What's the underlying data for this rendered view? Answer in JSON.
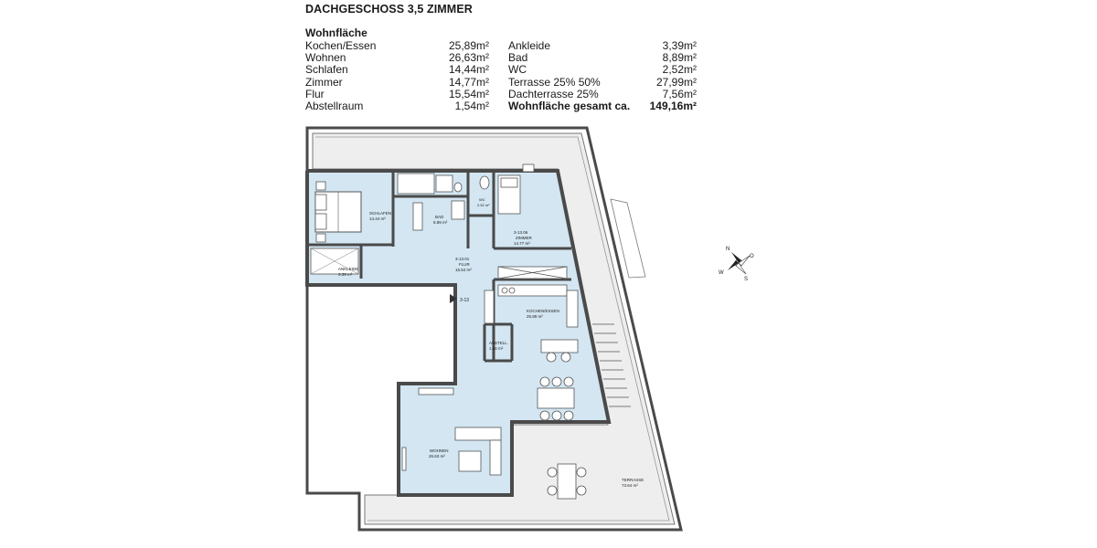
{
  "title": "DACHGESCHOSS 3,5 ZIMMER",
  "area_table": {
    "heading": "Wohnfläche",
    "left": [
      {
        "label": "Kochen/Essen",
        "value": "25,89m²"
      },
      {
        "label": "Wohnen",
        "value": "26,63m²"
      },
      {
        "label": "Schlafen",
        "value": "14,44m²"
      },
      {
        "label": "Zimmer",
        "value": "14,77m²"
      },
      {
        "label": "Flur",
        "value": "15,54m²"
      },
      {
        "label": "Abstellraum",
        "value": "1,54m²"
      }
    ],
    "right": [
      {
        "label": "Ankleide",
        "value": "3,39m²"
      },
      {
        "label": "Bad",
        "value": "8,89m²"
      },
      {
        "label": "WC",
        "value": "2,52m²"
      },
      {
        "label": "Terrasse 25% 50%",
        "value": "27,99m²"
      },
      {
        "label": "Dachterrasse 25%",
        "value": "7,56m²"
      }
    ],
    "total": {
      "label": "Wohnfläche gesamt ca.",
      "value": "149,16m²"
    }
  },
  "rooms": {
    "schlafen": {
      "name": "SCHLAFEN",
      "area": "14.44 m²"
    },
    "bad": {
      "name": "BAD",
      "area": "8.89 m²"
    },
    "wc": {
      "name": "WC",
      "area": "2.52 m²"
    },
    "zimmer": {
      "code": "3-13.06",
      "name": "ZIMMER",
      "area": "14.77 m²"
    },
    "flur": {
      "code": "3-13.01",
      "name": "FLUR",
      "area": "15.54 m²"
    },
    "ankleide": {
      "name": "ANKLEIDE",
      "area": "3.39 m²"
    },
    "kochen": {
      "name": "KOCHEN/ESSEN",
      "area": "25.89 m²"
    },
    "abstell": {
      "name": "ABSTELL.",
      "area": "1.54 m²"
    },
    "wohnen": {
      "name": "WOHNEN",
      "area": "26.63 m²"
    },
    "terrasse": {
      "name": "TERRASSE",
      "area": "73.64 m²"
    }
  },
  "entrance_label": "3-13",
  "compass": {
    "n": "N",
    "o": "O",
    "s": "S",
    "w": "W"
  },
  "colors": {
    "room_fill": "#d3e6f2",
    "wall": "#4a4a4a",
    "terrace_fill": "#eeeeee",
    "furniture": "#ffffff"
  }
}
